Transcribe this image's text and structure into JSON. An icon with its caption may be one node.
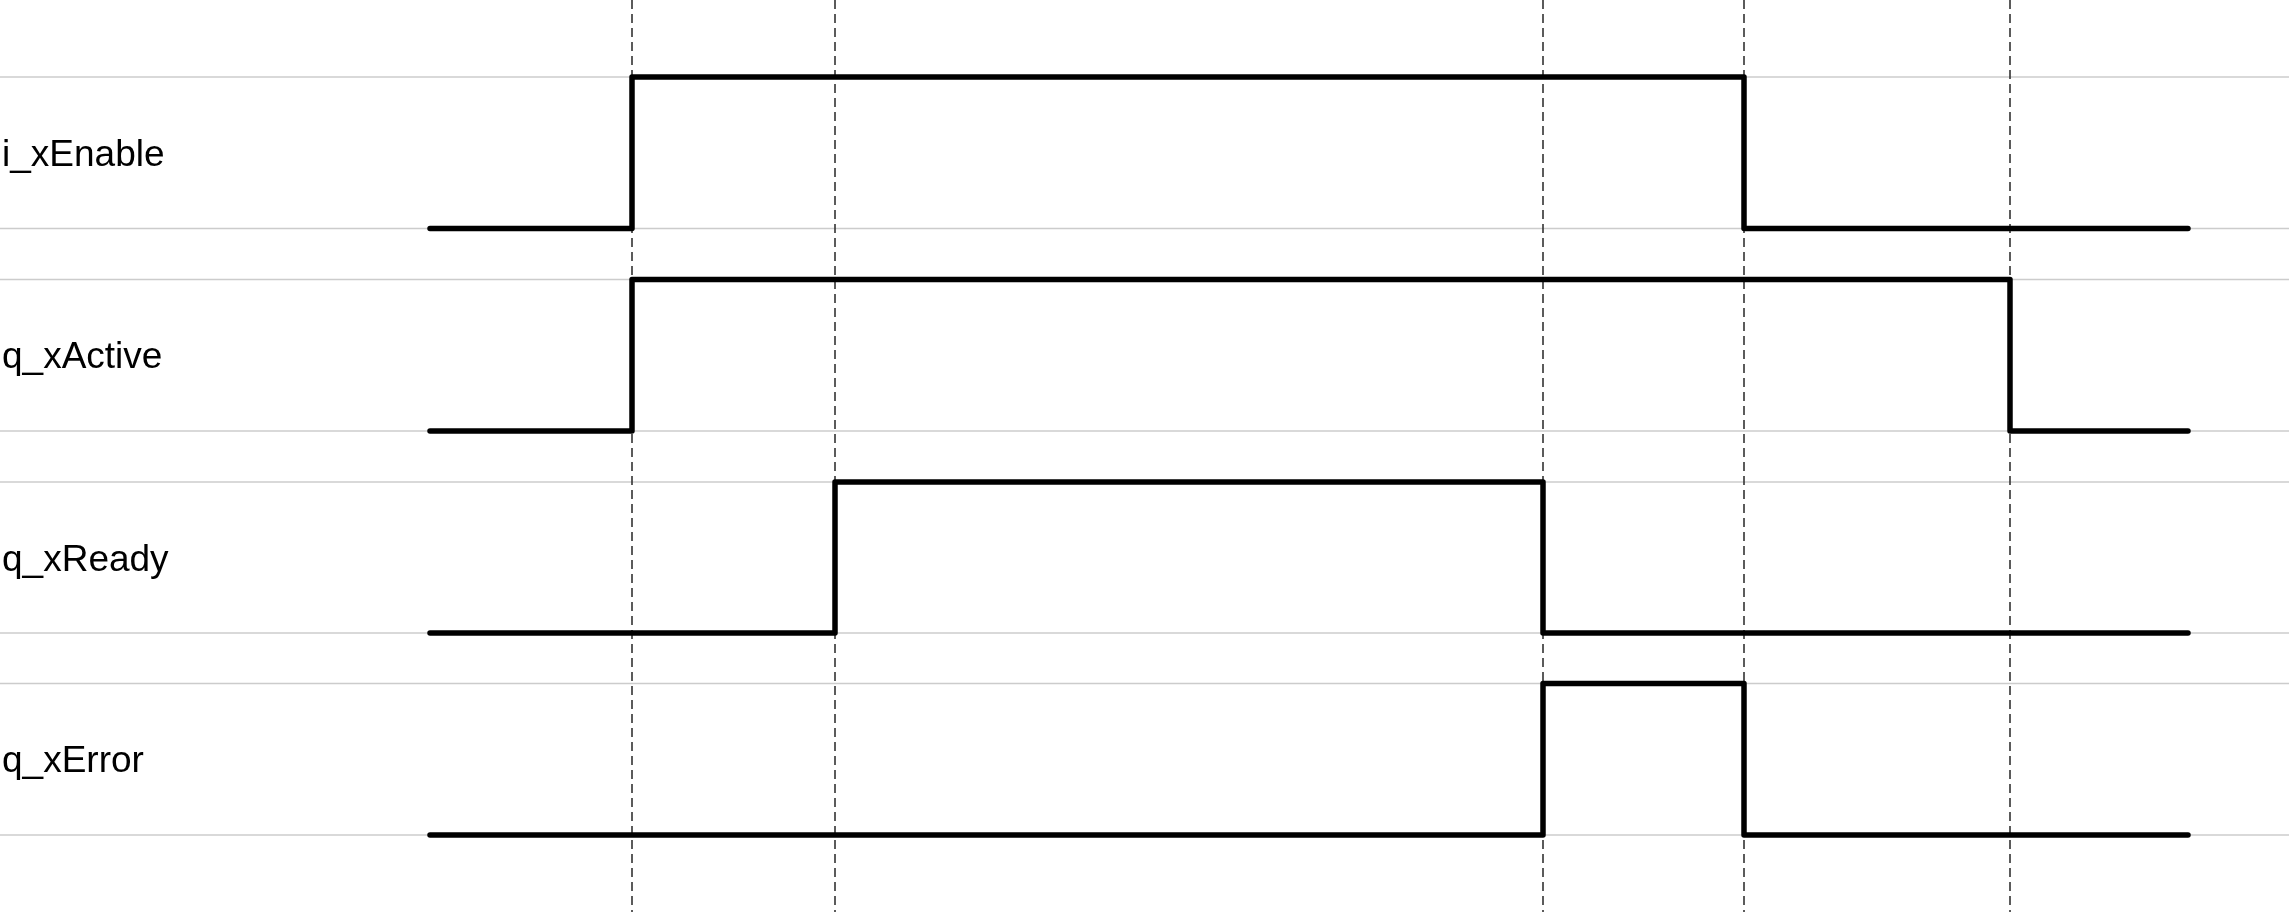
{
  "diagram": {
    "labels": [
      "i_xEnable",
      "q_xActive",
      "q_xReady",
      "q_xError"
    ]
  }
}
